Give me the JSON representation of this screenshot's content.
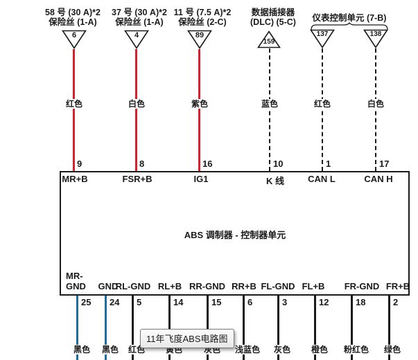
{
  "colors": {
    "wire_red": "#d91f2b",
    "wire_blue": "#1f6ba3",
    "wire_black": "#1a1a1a",
    "text": "#1a1a1a"
  },
  "top": {
    "components": [
      {
        "line1": "58 号 (30 A)*2",
        "line2": "保险丝 (1-A)",
        "connector": "6"
      },
      {
        "line1": "37 号 (30 A)*2",
        "line2": "保险丝 (1-A)",
        "connector": "4"
      },
      {
        "line1": "11 号 (7.5 A)*2",
        "line2": "保险丝 (2-C)",
        "connector": "89"
      },
      {
        "line1": "数据插接器",
        "line2": "(DLC) (5-C)",
        "connector": "159"
      },
      {
        "label": "仪表控制单元 (7-B)",
        "connector_left": "137",
        "connector_right": "138"
      }
    ],
    "wires": [
      {
        "color_label": "红色",
        "pin": "9",
        "terminal": "MR+B"
      },
      {
        "color_label": "白色",
        "pin": "8",
        "terminal": "FSR+B"
      },
      {
        "color_label": "紫色",
        "pin": "16",
        "terminal": "IG1"
      },
      {
        "color_label": "蓝色",
        "pin": "10",
        "terminal": "K 线"
      },
      {
        "color_label": "红色",
        "pin": "1",
        "terminal": "CAN L"
      },
      {
        "color_label": "白色",
        "pin": "17",
        "terminal": "CAN H"
      }
    ]
  },
  "ecu": {
    "title": "ABS 调制器 - 控制器单元"
  },
  "bottom": {
    "wires": [
      {
        "terminal": "MR-GND",
        "pin": "25",
        "color_label": "黑色"
      },
      {
        "terminal": "GND",
        "pin": "24",
        "color_label": "黑色"
      },
      {
        "terminal": "RL-GND",
        "pin": "5",
        "color_label": "红色"
      },
      {
        "terminal": "RL+B",
        "pin": "14",
        "color_label": "黄色"
      },
      {
        "terminal": "RR-GND",
        "pin": "15",
        "color_label": "灰色"
      },
      {
        "terminal": "RR+B",
        "pin": "6",
        "color_label": "浅蓝色"
      },
      {
        "terminal": "FL-GND",
        "pin": "3",
        "color_label": "灰色"
      },
      {
        "terminal": "FL+B",
        "pin": "12",
        "color_label": "橙色"
      },
      {
        "terminal": "FR-GND",
        "pin": "18",
        "color_label": "粉红色"
      },
      {
        "terminal": "FR+B",
        "pin": "2",
        "color_label": "绿色"
      }
    ]
  },
  "tooltip": {
    "text": "11年飞度ABS电路图"
  }
}
